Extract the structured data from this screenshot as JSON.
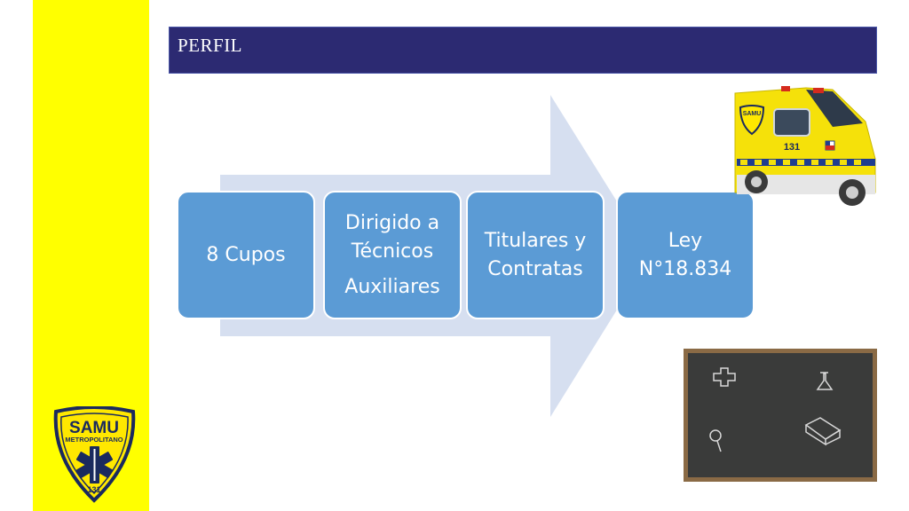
{
  "slide": {
    "title": "PERFIL",
    "colors": {
      "sidebar": "#ffff00",
      "title_bar": "#2c2a72",
      "box_fill": "#5b9bd5",
      "arrow_fill": "#d6dff0"
    }
  },
  "flow": {
    "boxes": [
      {
        "lines": [
          "8 Cupos"
        ]
      },
      {
        "lines": [
          "Dirigido a Técnicos",
          "Auxiliares"
        ]
      },
      {
        "lines": [
          "Titulares y Contratas"
        ]
      },
      {
        "lines": [
          "Ley N°18.834"
        ]
      }
    ]
  },
  "logo": {
    "name": "SAMU",
    "subtitle": "METROPOLITANO",
    "number": "131"
  },
  "ambulance": {
    "icon": "ambulance-illustration",
    "badge": "SAMU",
    "phone": "131"
  },
  "chalkboard": {
    "icon": "chalkboard-illustration",
    "doodles": [
      "medical-cross-icon",
      "flask-icon",
      "magnifier-icon",
      "book-icon"
    ]
  }
}
